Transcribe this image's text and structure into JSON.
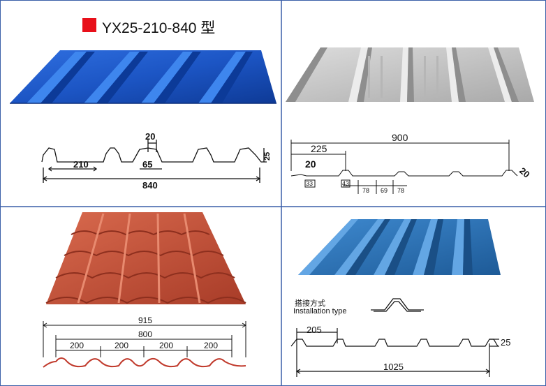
{
  "colors": {
    "divider": "#3a5fa8",
    "title_swatch": "#e8101a",
    "blue_sheet": "#1c55c4",
    "grey_sheet": "#c9c9c9",
    "red_tile": "#c4553c",
    "blue_sheet_2": "#2b70b3"
  },
  "panel_a": {
    "title": "YX25-210-840 型",
    "dims": {
      "rib_top": "20",
      "pitch": "210",
      "rib_base": "65",
      "height": "25",
      "total": "840"
    }
  },
  "panel_b": {
    "dims": {
      "total": "900",
      "pitch": "225",
      "top": "20",
      "rib_side": "20",
      "small_a": "33",
      "small_b": "43",
      "seg_1": "78",
      "seg_2": "69",
      "seg_3": "78"
    }
  },
  "panel_c": {
    "dims": {
      "outer": "915",
      "inner": "800",
      "seg_1": "200",
      "seg_2": "200",
      "seg_3": "200",
      "seg_4": "200"
    }
  },
  "panel_d": {
    "install_cn": "搭接方式",
    "install_en": "Installation type",
    "dims": {
      "pitch": "205",
      "height": "25",
      "total": "1025"
    }
  }
}
